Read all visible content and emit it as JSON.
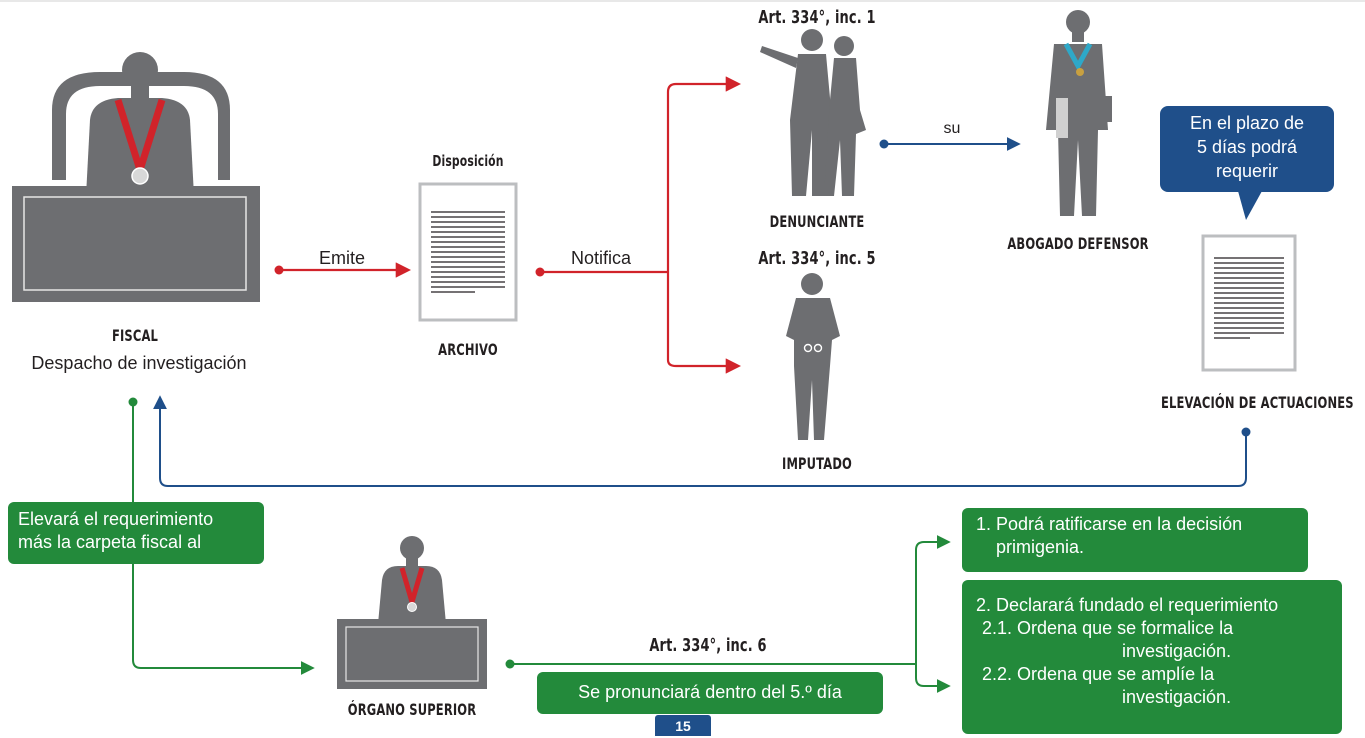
{
  "fiscal": {
    "title": "FISCAL",
    "subtitle": "Despacho de investigación"
  },
  "edges": {
    "emite": "Emite",
    "notifica": "Notifica",
    "su": "su"
  },
  "archivo": {
    "header": "Disposición",
    "label": "ARCHIVO"
  },
  "denunciante": {
    "article": "Art. 334°, inc. 1",
    "label": "DENUNCIANTE"
  },
  "imputado": {
    "article": "Art. 334°, inc. 5",
    "label": "IMPUTADO"
  },
  "abogado": {
    "label": "ABOGADO DEFENSOR"
  },
  "plazo": {
    "line1": "En el plazo de",
    "line2": "5 días podrá",
    "line3": "requerir"
  },
  "elevacion": {
    "label": "ELEVACIÓN DE ACTUACIONES"
  },
  "elevara": {
    "line1": "Elevará el requerimiento",
    "line2": "más la carpeta fiscal al"
  },
  "organo": {
    "label": "ÓRGANO SUPERIOR"
  },
  "pronunciara": {
    "article": "Art. 334°, inc. 6",
    "text": "Se pronunciará dentro del 5.º día"
  },
  "outcome1": {
    "line1": "1. Podrá ratificarse en la decisión",
    "line2": "primigenia."
  },
  "outcome2": {
    "line1": "2. Declarará fundado el requerimiento",
    "line2": "2.1. Ordena que se formalice la",
    "line3": "investigación.",
    "line4": "2.2. Ordena que se amplíe la",
    "line5": "investigación."
  },
  "page_number": "15",
  "colors": {
    "red": "#d1232a",
    "blue": "#1f4f8a",
    "green": "#238a3b",
    "figure_gray": "#6d6e71",
    "doc_gray": "#bcbec0"
  },
  "icons": {
    "fiscal": "person-at-desk-icon",
    "document": "document-icon",
    "denunciante": "pointing-couple-icon",
    "imputado": "handcuffed-person-icon",
    "abogado": "lawyer-icon",
    "organo": "judge-at-desk-icon"
  }
}
